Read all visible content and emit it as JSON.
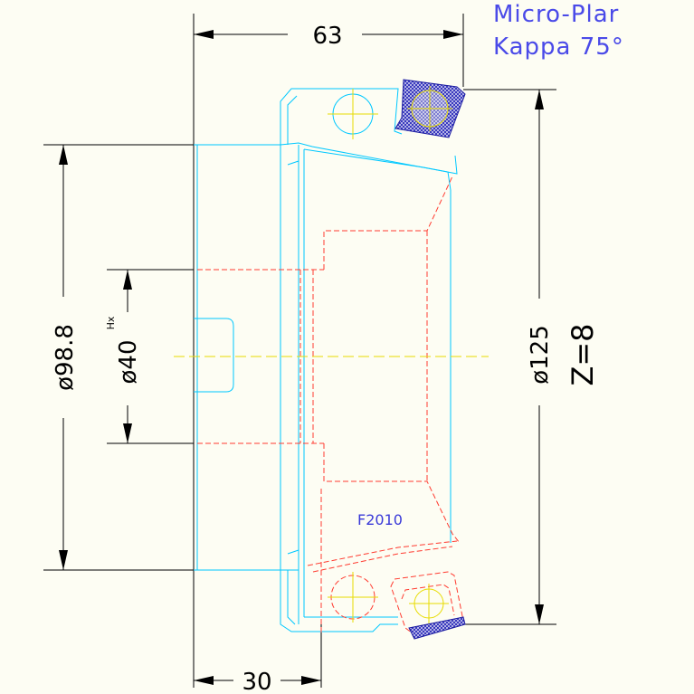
{
  "title": {
    "line1": "Micro-Plar",
    "line2": "Kappa 75°"
  },
  "dimensions": {
    "width_overall": "63",
    "width_hub": "30",
    "bore_outer": "ø98.8",
    "bore": "ø40",
    "bore_tolerance": "Hx",
    "cutter_diameter": "ø125",
    "teeth": "Z=8"
  },
  "labels": {
    "insert_code": "F2010"
  },
  "colors": {
    "outline": "#00c8ff",
    "hidden": "#ff3b30",
    "centerline": "#e8dc00",
    "insert": "#3030c8",
    "title": "#4a4ae8"
  }
}
